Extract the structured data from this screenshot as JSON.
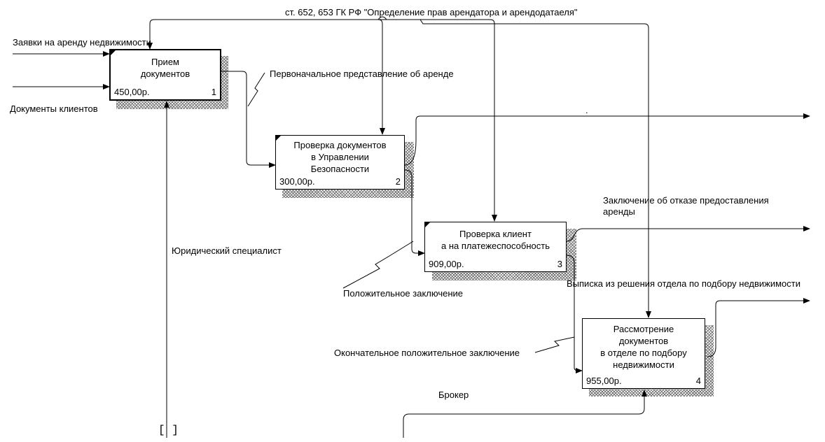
{
  "diagram": {
    "control_top": "ст. 652, 653 ГК РФ \"Определение прав арендатора и арендодатаеля\"",
    "input_requests": "Заявки на аренду недвижимости",
    "input_documents": "Документы клиентов",
    "flow_initial": "Первоначальное представление об аренде",
    "mechanism_lawyer": "Юридический специалист",
    "flow_positive": "Положительное заключение",
    "flow_final_positive": "Окончательное положительное заключение",
    "output_refusal": "Заключение об отказе предоставления\nаренды",
    "output_extract": "Выписка из решения отдела по подбору недвижимости",
    "mechanism_broker": "Брокер",
    "tunnel_mark": "[ ]",
    "stray_dot": "."
  },
  "boxes": [
    {
      "title": "Прием\nдокументов",
      "cost": "450,00р.",
      "number": "1"
    },
    {
      "title": "Проверка документов\nв Управлении\nБезопасности",
      "cost": "300,00р.",
      "number": "2"
    },
    {
      "title": "Проверка клиент\nа на платежеспособность",
      "cost": "909,00р.",
      "number": "3"
    },
    {
      "title": "Рассмотрение\nдокументов\nв отделе по подбору\nнедвижимости",
      "cost": "955,00р.",
      "number": "4"
    }
  ],
  "colors": {
    "line": "#000000",
    "background": "#ffffff"
  }
}
